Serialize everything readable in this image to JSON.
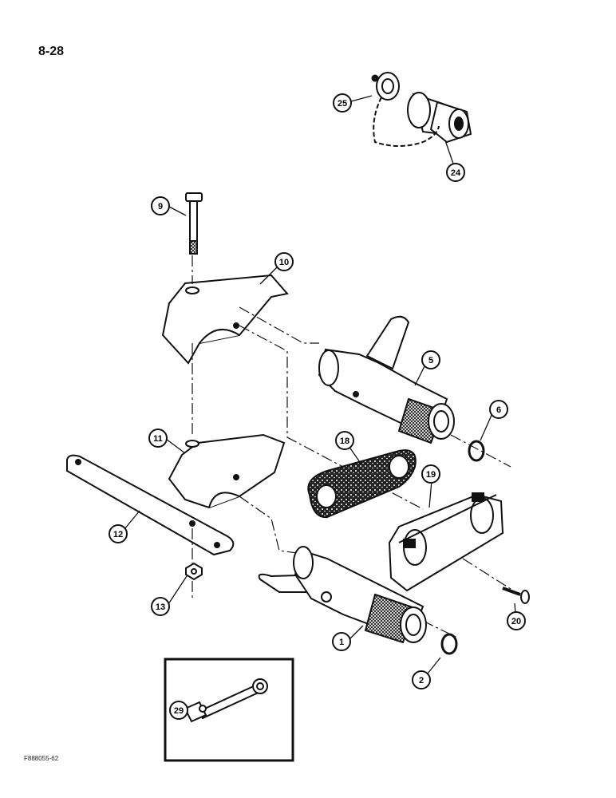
{
  "page_number": "8-28",
  "figure_code": "F888055-62",
  "callouts": [
    {
      "id": "c25",
      "label": "25"
    },
    {
      "id": "c24",
      "label": "24"
    },
    {
      "id": "c9",
      "label": "9"
    },
    {
      "id": "c10",
      "label": "10"
    },
    {
      "id": "c5",
      "label": "5"
    },
    {
      "id": "c6",
      "label": "6"
    },
    {
      "id": "c11",
      "label": "11"
    },
    {
      "id": "c18",
      "label": "18"
    },
    {
      "id": "c19",
      "label": "19"
    },
    {
      "id": "c12",
      "label": "12"
    },
    {
      "id": "c13",
      "label": "13"
    },
    {
      "id": "c1",
      "label": "1"
    },
    {
      "id": "c20",
      "label": "20"
    },
    {
      "id": "c2",
      "label": "2"
    },
    {
      "id": "c29",
      "label": "29"
    }
  ]
}
